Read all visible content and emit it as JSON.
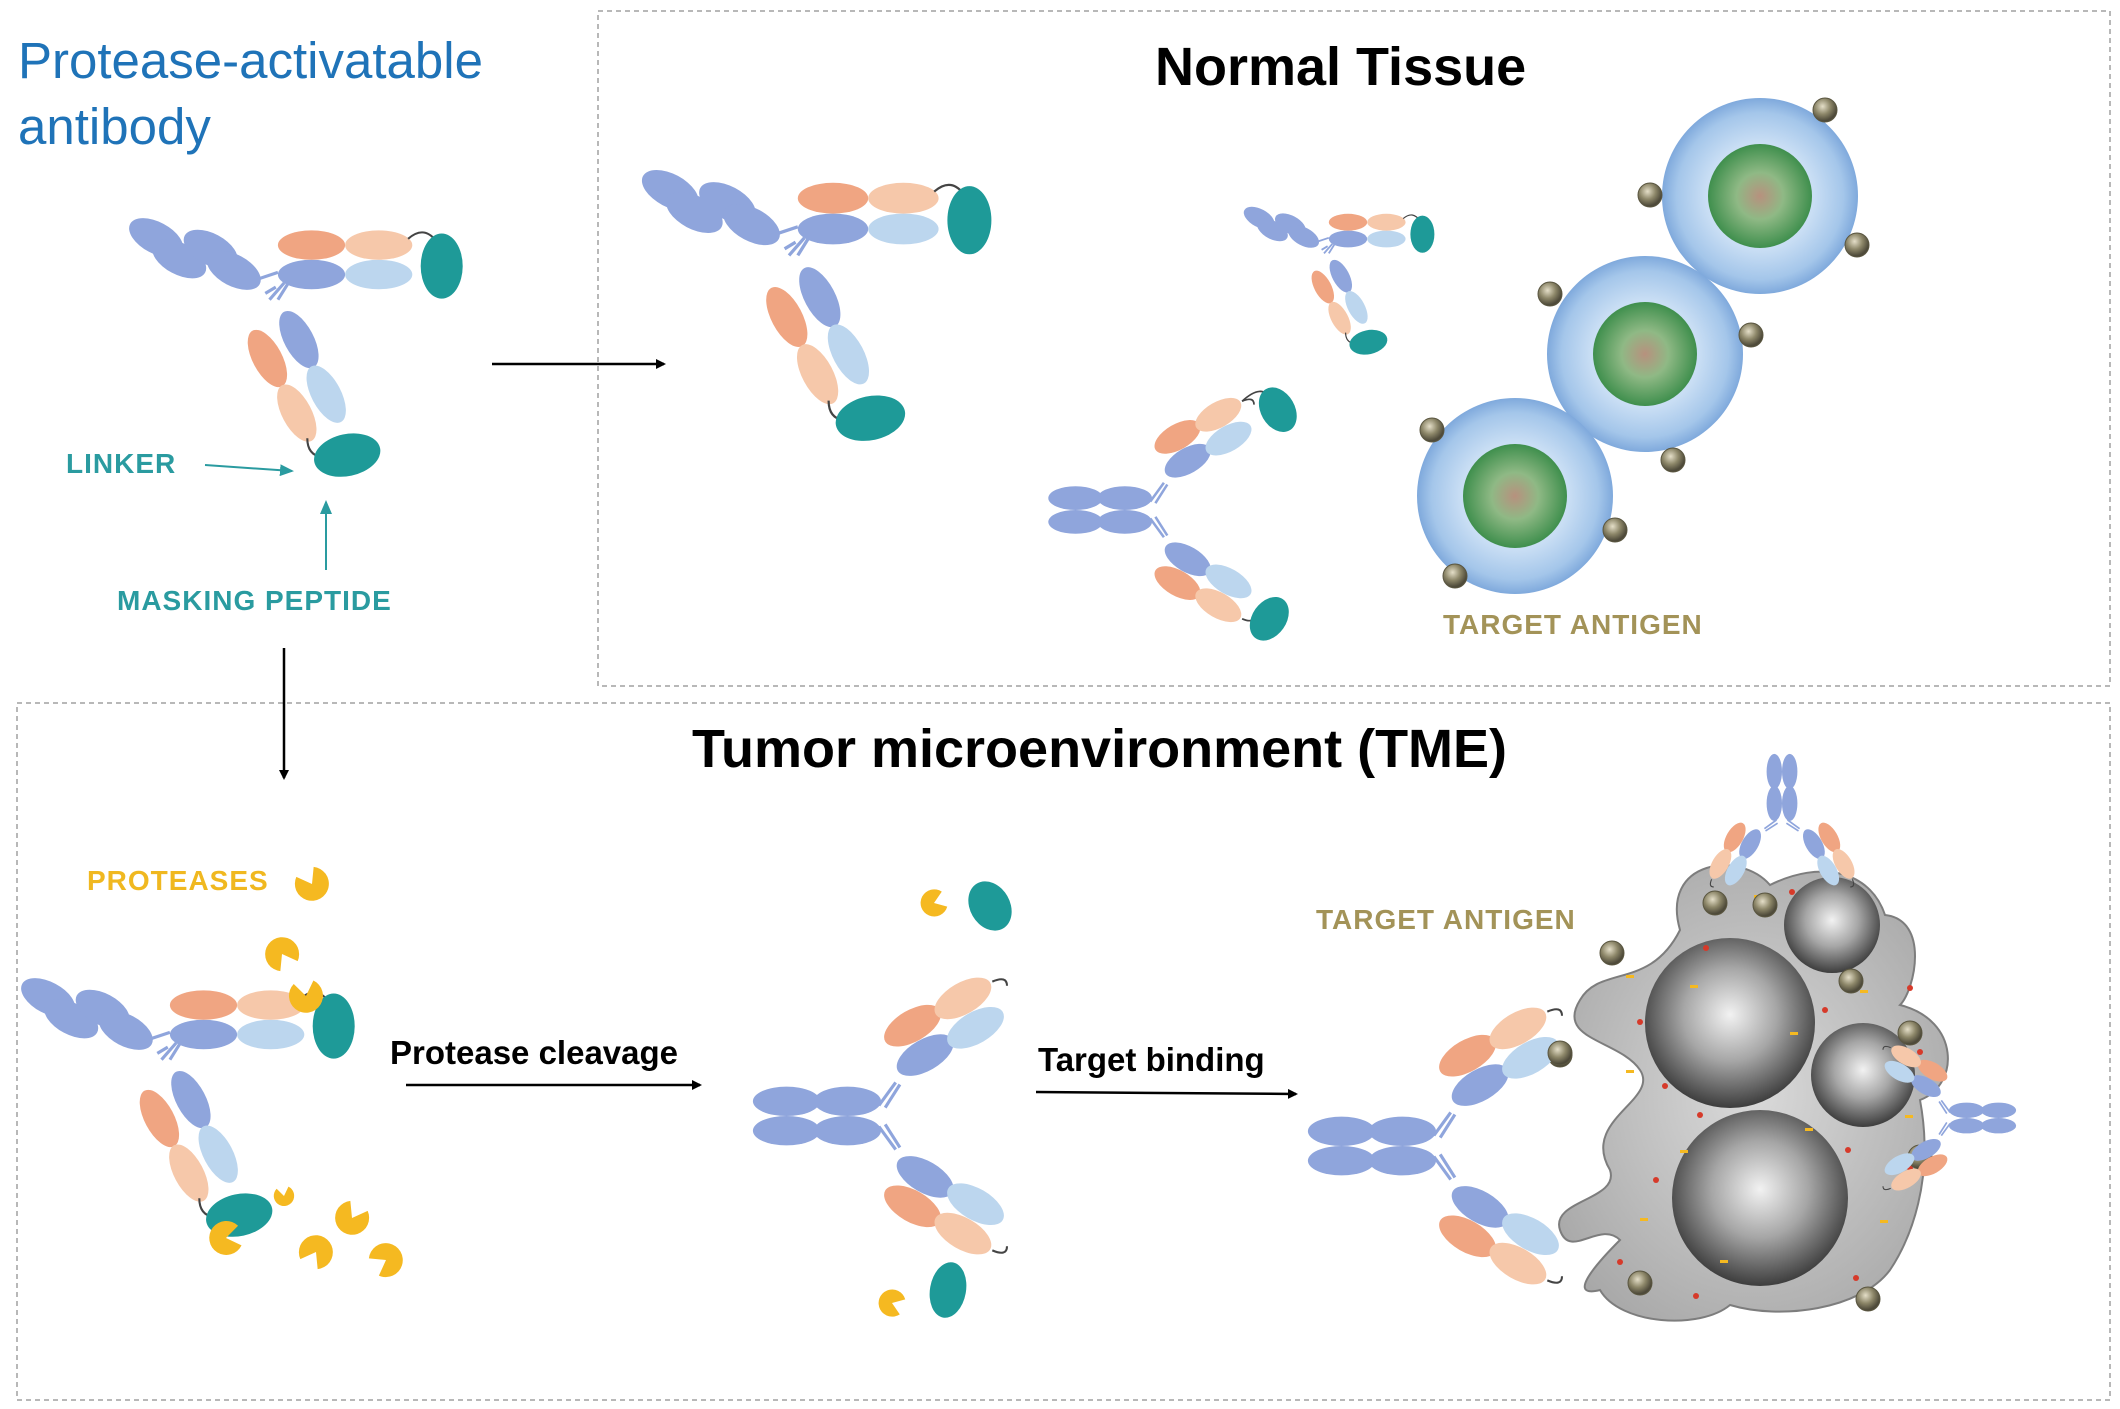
{
  "title": {
    "line1": "Protease-activatable",
    "line2": "antibody"
  },
  "labels": {
    "linker": "LINKER",
    "masking_peptide": "MASKING PEPTIDE",
    "proteases": "PROTEASES",
    "target_antigen_normal": "TARGET ANTIGEN",
    "target_antigen_tme": "TARGET ANTIGEN"
  },
  "panels": {
    "normal_tissue": "Normal Tissue",
    "tme": "Tumor microenvironment (TME)"
  },
  "steps": {
    "protease_cleavage": "Protease cleavage",
    "target_binding": "Target binding"
  },
  "colors": {
    "title_blue": "#1f73b8",
    "heavy_chain": "#8fa5dc",
    "light_chain_orange": "#f0a582",
    "light_chain_peach": "#f6c8aa",
    "light_chain_blue": "#bcd6ee",
    "masking_peptide": "#1e9a98",
    "protease": "#f5b921",
    "antigen": "#8a8468",
    "label_teal": "#2a9ba0",
    "label_gold": "#a39358"
  }
}
